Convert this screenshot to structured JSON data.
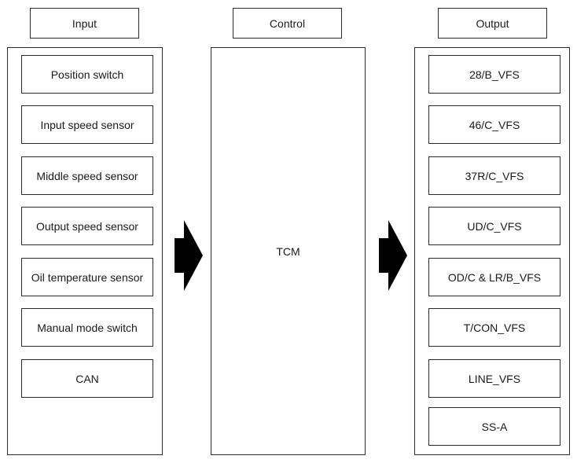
{
  "headers": {
    "input": "Input",
    "control": "Control",
    "output": "Output"
  },
  "inputs": [
    "Position switch",
    "Input speed sensor",
    "Middle speed sensor",
    "Output speed sensor",
    "Oil temperature sensor",
    "Manual mode switch",
    "CAN"
  ],
  "control": {
    "label": "TCM"
  },
  "outputs": [
    "28/B_VFS",
    "46/C_VFS",
    "37R/C_VFS",
    "UD/C_VFS",
    "OD/C & LR/B_VFS",
    "T/CON_VFS",
    "LINE_VFS",
    "SS-A"
  ],
  "colors": {
    "stroke": "#2a2a2a",
    "arrow": "#000000"
  }
}
